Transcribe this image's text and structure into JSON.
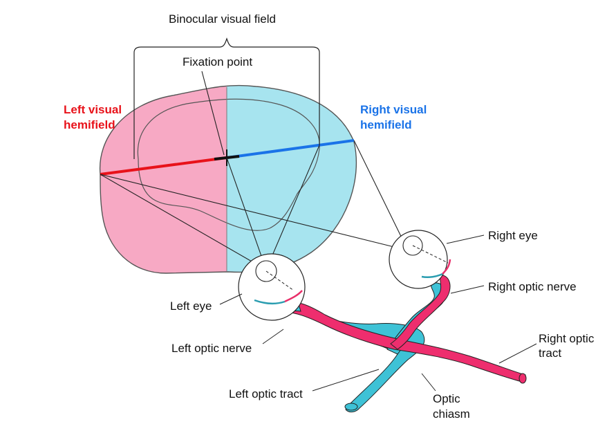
{
  "colors": {
    "left_hemifield": "#f7a9c4",
    "right_hemifield": "#a7e4ef",
    "left_label": "#e8121a",
    "right_label": "#1a73e8",
    "left_pathway": "#ee2e6e",
    "right_pathway": "#3ec2d6",
    "outline": "#333333"
  },
  "labels": {
    "binocular_field": "Binocular visual field",
    "fixation_point": "Fixation point",
    "left_hemifield_line1": "Left visual",
    "left_hemifield_line2": "hemifield",
    "right_hemifield_line1": "Right visual",
    "right_hemifield_line2": "hemifield",
    "right_eye": "Right eye",
    "left_eye": "Left eye",
    "right_optic_nerve": "Right optic nerve",
    "left_optic_nerve": "Left optic nerve",
    "right_optic_tract_line1": "Right optic",
    "right_optic_tract_line2": "tract",
    "left_optic_tract": "Left optic tract",
    "optic_chiasm_line1": "Optic",
    "optic_chiasm_line2": "chiasm"
  }
}
